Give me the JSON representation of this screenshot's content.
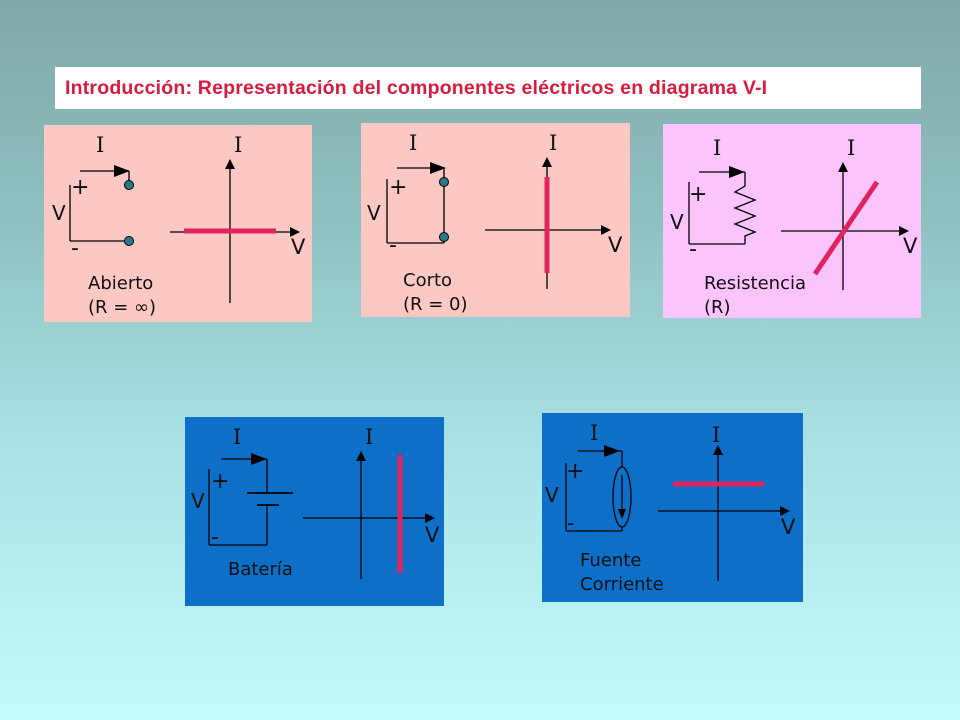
{
  "title": "Introducción: Representación del componentes eléctricos en diagrama V-I",
  "colors": {
    "pink_panel": "#fcc8c4",
    "magenta_panel": "#fcc4fc",
    "blue_panel": "#0d6fc8",
    "curve": "#e0245e",
    "title_text": "#d81b3f"
  },
  "axis_labels": {
    "current": "I",
    "voltage": "V"
  },
  "polarity": {
    "plus": "+",
    "minus": "-"
  },
  "panels": [
    {
      "id": "open",
      "caption_line1": "Abierto",
      "caption_line2": "(R = ∞)",
      "icon": "open-circuit-icon",
      "iv_curve": "horizontal"
    },
    {
      "id": "short",
      "caption_line1": "Corto",
      "caption_line2": "(R = 0)",
      "icon": "short-circuit-icon",
      "iv_curve": "vertical"
    },
    {
      "id": "resistor",
      "caption_line1": "Resistencia",
      "caption_line2": "(R)",
      "icon": "resistor-icon",
      "iv_curve": "sloped"
    },
    {
      "id": "battery",
      "caption_line1": "Batería",
      "caption_line2": "",
      "icon": "battery-icon",
      "iv_curve": "vertical-offset"
    },
    {
      "id": "current_source",
      "caption_line1": "Fuente",
      "caption_line2": "Corriente",
      "icon": "current-source-icon",
      "iv_curve": "horizontal-offset"
    }
  ]
}
